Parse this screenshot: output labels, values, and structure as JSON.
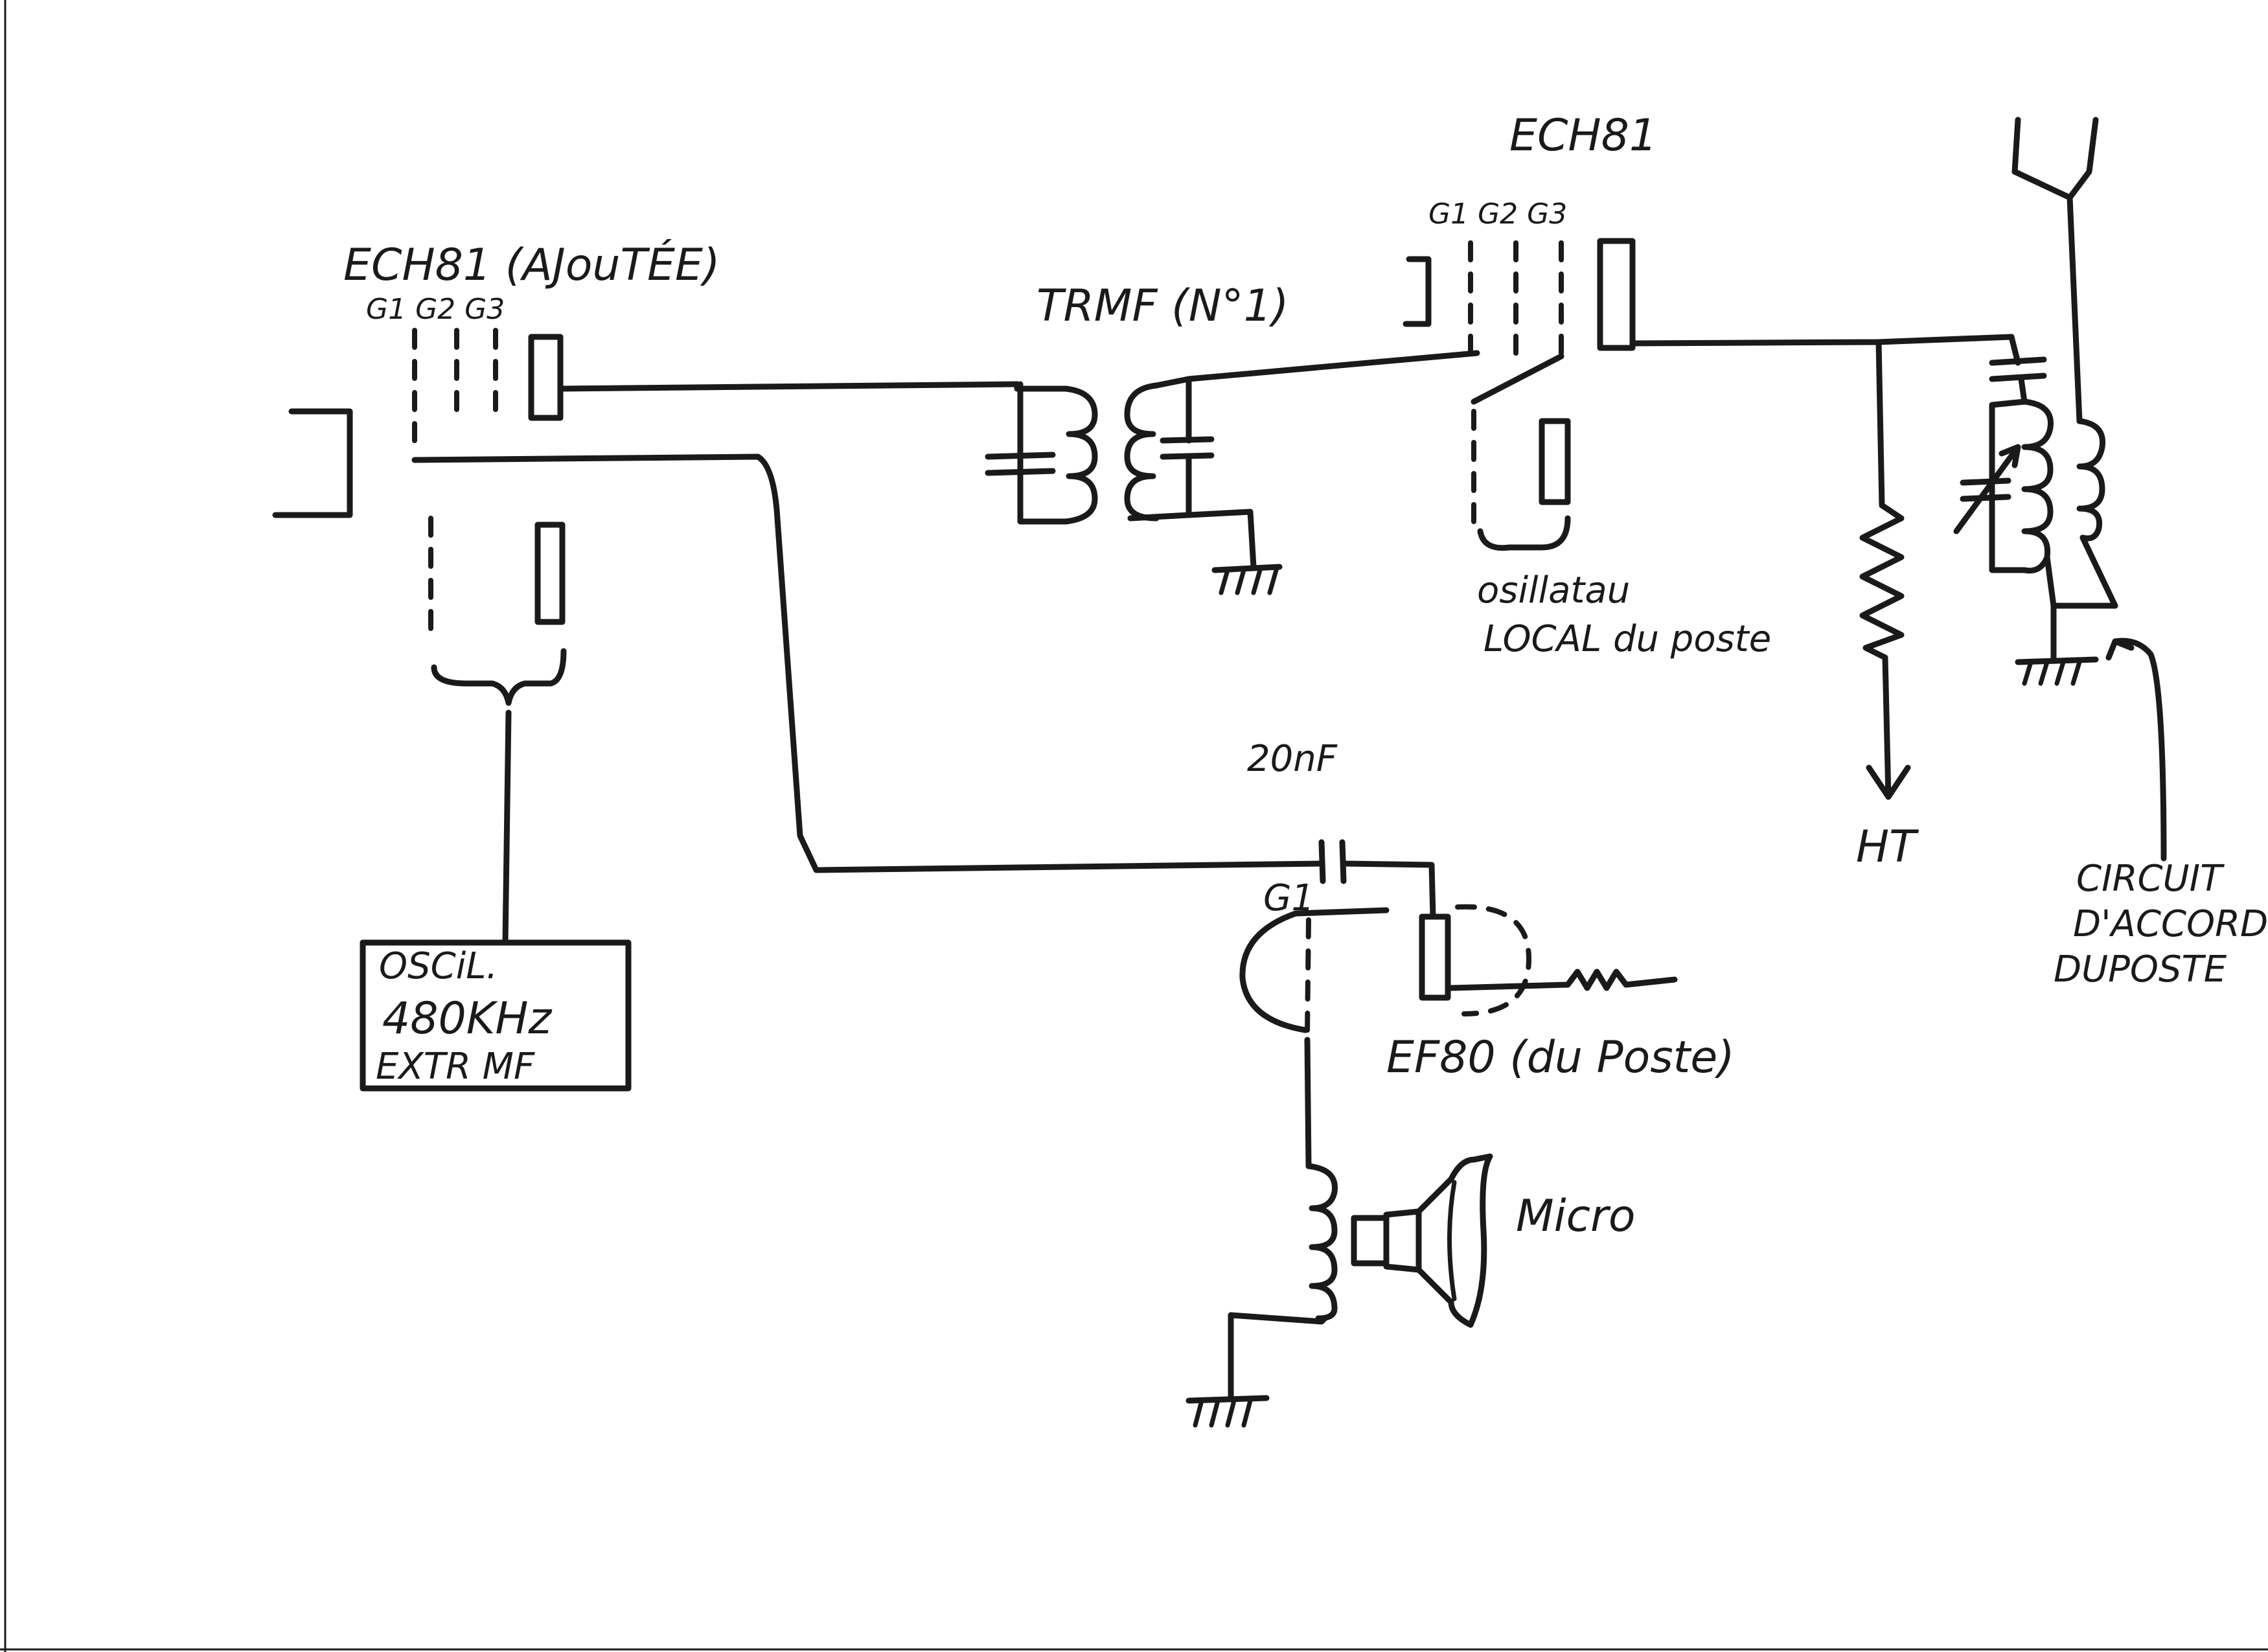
{
  "labels": {
    "ech81_added": "ECH81 (AJouTÉE)",
    "ech81_added_grids": "G1 G2 G3",
    "trmf": "TRMF (N°1)",
    "ech81_station": "ECH81",
    "ech81_station_grids": "G1 G2 G3",
    "local_osc_line1": "osillatau",
    "local_osc_line2": "LOCAL du poste",
    "ht": "HT",
    "tuning_line1": "CIRCUIT",
    "tuning_line2": "D'ACCORD",
    "tuning_line3": "DUPOSTE",
    "cap_20nf": "20nF",
    "ef80_grid": "G1",
    "ef80": "EF80 (du Poste)",
    "micro": "Micro",
    "osc_box_line1": "OSCiL.",
    "osc_box_line2": "480KHz",
    "osc_box_line3": "EXTR MF"
  }
}
